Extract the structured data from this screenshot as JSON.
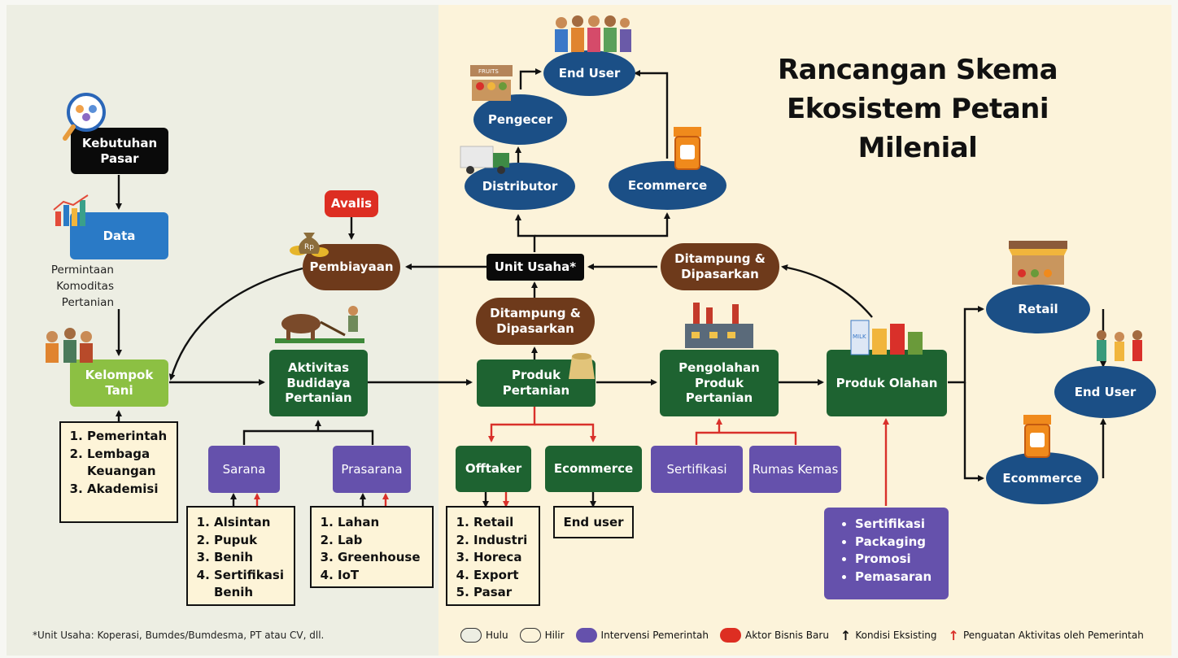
{
  "title": {
    "line1": "Rancangan Skema",
    "line2": "Ekosistem Petani Milenial"
  },
  "nodes": {
    "kebutuhan": "Kebutuhan Pasar",
    "data": "Data",
    "permintaan": "Permintaan Komoditas Pertanian",
    "kelompok": "Kelompok Tani",
    "aktivitas": "Aktivitas Budidaya Pertanian",
    "sarana": "Sarana",
    "prasarana": "Prasarana",
    "avalis": "Avalis",
    "pembiayaan": "Pembiayaan",
    "unit_usaha": "Unit Usaha*",
    "ditampung1": "Ditampung & Dipasarkan",
    "ditampung2": "Ditampung & Dipasarkan",
    "produk_pertanian": "Produk Pertanian",
    "pengolahan": "Pengolahan Produk Pertanian",
    "produk_olahan": "Produk Olahan",
    "offtaker": "Offtaker",
    "ecommerce_mid": "Ecommerce",
    "end_user_box": "End user",
    "sertifikasi": "Sertifikasi",
    "rumas_kemas": "Rumas Kemas",
    "distributor": "Distributor",
    "pengecer": "Pengecer",
    "end_user_top": "End User",
    "ecommerce_top": "Ecommerce",
    "retail": "Retail",
    "end_user_right": "End User",
    "ecommerce_right": "Ecommerce"
  },
  "lists": {
    "kelompok": [
      "Pemerintah",
      "Lembaga Keuangan",
      "Akademisi"
    ],
    "sarana": [
      "Alsintan",
      "Pupuk",
      "Benih",
      "Sertifikasi Benih"
    ],
    "prasarana": [
      "Lahan",
      "Lab",
      "Greenhouse",
      "IoT"
    ],
    "offtaker": [
      "Retail",
      "Industri",
      "Horeca",
      "Export",
      "Pasar"
    ],
    "olahan": [
      "Sertifikasi",
      "Packaging",
      "Promosi",
      "Pemasaran"
    ]
  },
  "footnote": "*Unit Usaha: Koperasi, Bumdes/Bumdesma, PT atau CV, dll.",
  "legend": {
    "hulu": "Hulu",
    "hilir": "Hilir",
    "intervensi": "Intervensi Pemerintah",
    "aktor": "Aktor Bisnis Baru",
    "kondisi": "Kondisi Eksisting",
    "penguatan": "Penguatan Aktivitas oleh Pemerintah"
  },
  "icon_labels": {
    "fruits": "FRUITS",
    "milk": "MILK",
    "rp": "Rp"
  },
  "colors": {
    "green": "#1e6331",
    "lime": "#8cc043",
    "blue": "#2a7ac6",
    "navy": "#1b4f86",
    "brown": "#6e3a1b",
    "purple": "#6551ac",
    "red": "#dd2e22",
    "cream": "#fdf4d8",
    "hulu_bg": "#edeee3",
    "hilir_bg": "#fcf3da"
  }
}
